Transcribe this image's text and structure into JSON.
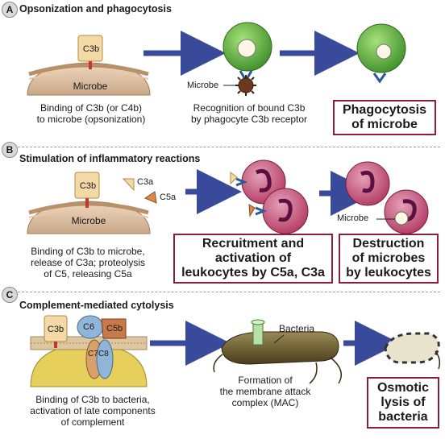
{
  "sections": [
    {
      "letter": "A",
      "title": "Opsonization and phagocytosis",
      "c3b_label": "C3b",
      "microbe_label": "Microbe",
      "caption_left": [
        "Binding of C3b (or C4b)",
        "to microbe (opsonization)"
      ],
      "pointer_label": "Microbe",
      "caption_mid": [
        "Recognition of bound C3b",
        "by phagocyte C3b receptor"
      ],
      "result": [
        "Phagocytosis",
        "of microbe"
      ]
    },
    {
      "letter": "B",
      "title": "Stimulation of inflammatory reactions",
      "c3b_label": "C3b",
      "microbe_label": "Microbe",
      "c3a_label": "C3a",
      "c5a_label": "C5a",
      "caption_left": [
        "Binding of C3b to microbe,",
        "release of C3a; proteolysis",
        "of C5, releasing C5a"
      ],
      "result_mid": [
        "Recruitment and",
        "activation of",
        "leukocytes by C5a, C3a"
      ],
      "pointer_label": "Microbe",
      "result_right": [
        "Destruction",
        "of microbes",
        "by leukocytes"
      ]
    },
    {
      "letter": "C",
      "title": "Complement-mediated cytolysis",
      "c3b_label": "C3b",
      "c6_label": "C6",
      "c5b_label": "C5b",
      "c7_label": "C7",
      "c8_label": "C8",
      "caption_left": [
        "Binding of C3b to bacteria,",
        "activation of late components",
        "of complement"
      ],
      "bacteria_label": "Bacteria",
      "caption_mid": [
        "Formation of",
        "the membrane attack",
        "complex (MAC)"
      ],
      "result": [
        "Osmotic",
        "lysis of",
        "bacteria"
      ]
    }
  ],
  "colors": {
    "accent_box": "#8b1e3a",
    "arrow": "#3a4a9a",
    "c3b": "#f3d9a6",
    "phagocyte": "#6cc04a",
    "leukocyte": "#c0466e",
    "microbe_membrane": "#d9b99a"
  }
}
